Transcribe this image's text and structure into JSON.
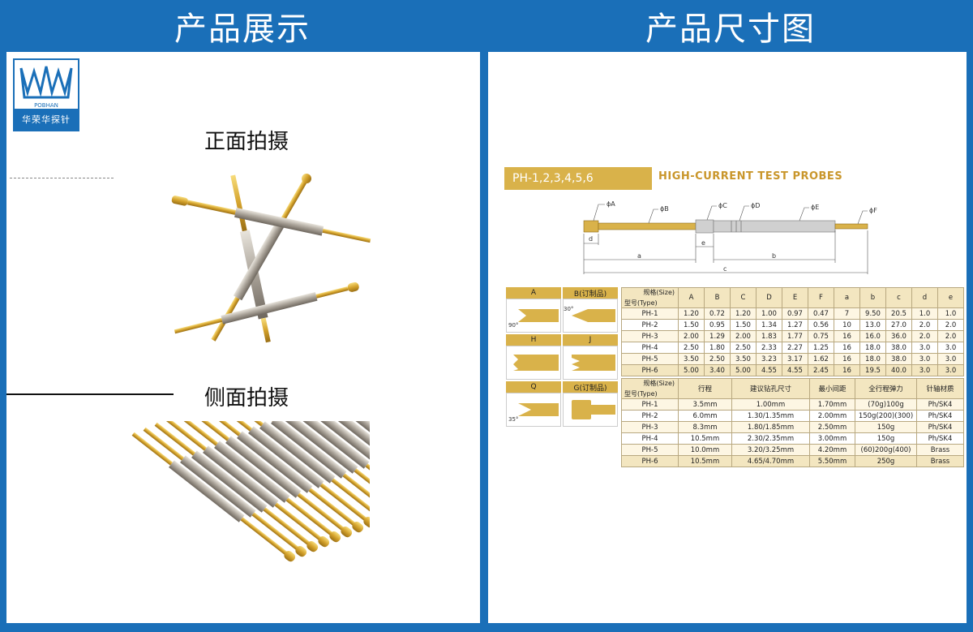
{
  "left_header": "产品展示",
  "right_header": "产品尺寸图",
  "logo": {
    "brand_latin": "POBHAN",
    "brand_cn": "华荣华探针"
  },
  "captions": {
    "front": "正面拍摄",
    "side": "侧面拍摄"
  },
  "spec": {
    "model_bar": "PH-1,2,3,4,5,6",
    "title_en": "HIGH-CURRENT TEST PROBES",
    "dim_labels": {
      "A": "ϕA",
      "B": "ϕB",
      "C": "ϕC",
      "D": "ϕD",
      "E": "ϕE",
      "F": "ϕF",
      "d": "d",
      "a": "a",
      "e": "e",
      "b": "b",
      "c": "c"
    },
    "tips": [
      {
        "label": "A",
        "angle": "90°"
      },
      {
        "label": "B(订制品)",
        "angle": "30°"
      },
      {
        "label": "H",
        "angle": ""
      },
      {
        "label": "J",
        "angle": ""
      },
      {
        "label": "Q",
        "angle": "35°"
      },
      {
        "label": "G(订制品)",
        "angle": ""
      }
    ],
    "corner_top": "规格(Size)",
    "corner_bottom": "型号(Type)",
    "dim_columns": [
      "A",
      "B",
      "C",
      "D",
      "E",
      "F",
      "a",
      "b",
      "c",
      "d",
      "e"
    ],
    "dim_rows": [
      {
        "type": "PH-1",
        "vals": [
          "1.20",
          "0.72",
          "1.20",
          "1.00",
          "0.97",
          "0.47",
          "7",
          "9.50",
          "20.5",
          "1.0",
          "1.0"
        ]
      },
      {
        "type": "PH-2",
        "vals": [
          "1.50",
          "0.95",
          "1.50",
          "1.34",
          "1.27",
          "0.56",
          "10",
          "13.0",
          "27.0",
          "2.0",
          "2.0"
        ]
      },
      {
        "type": "PH-3",
        "vals": [
          "2.00",
          "1.29",
          "2.00",
          "1.83",
          "1.77",
          "0.75",
          "16",
          "16.0",
          "36.0",
          "2.0",
          "2.0"
        ]
      },
      {
        "type": "PH-4",
        "vals": [
          "2.50",
          "1.80",
          "2.50",
          "2.33",
          "2.27",
          "1.25",
          "16",
          "18.0",
          "38.0",
          "3.0",
          "3.0"
        ]
      },
      {
        "type": "PH-5",
        "vals": [
          "3.50",
          "2.50",
          "3.50",
          "3.23",
          "3.17",
          "1.62",
          "16",
          "18.0",
          "38.0",
          "3.0",
          "3.0"
        ]
      },
      {
        "type": "PH-6",
        "vals": [
          "5.00",
          "3.40",
          "5.00",
          "4.55",
          "4.55",
          "2.45",
          "16",
          "19.5",
          "40.0",
          "3.0",
          "3.0"
        ]
      }
    ],
    "perf_columns": [
      "行程",
      "建议钻孔尺寸",
      "最小间距",
      "全行程弹力",
      "针轴材质"
    ],
    "perf_rows": [
      {
        "type": "PH-1",
        "vals": [
          "3.5mm",
          "1.00mm",
          "1.70mm",
          "(70g)100g",
          "Ph/SK4"
        ]
      },
      {
        "type": "PH-2",
        "vals": [
          "6.0mm",
          "1.30/1.35mm",
          "2.00mm",
          "150g(200)(300)",
          "Ph/SK4"
        ]
      },
      {
        "type": "PH-3",
        "vals": [
          "8.3mm",
          "1.80/1.85mm",
          "2.50mm",
          "150g",
          "Ph/SK4"
        ]
      },
      {
        "type": "PH-4",
        "vals": [
          "10.5mm",
          "2.30/2.35mm",
          "3.00mm",
          "150g",
          "Ph/SK4"
        ]
      },
      {
        "type": "PH-5",
        "vals": [
          "10.0mm",
          "3.20/3.25mm",
          "4.20mm",
          "(60)200g(400)",
          "Brass"
        ]
      },
      {
        "type": "PH-6",
        "vals": [
          "10.5mm",
          "4.65/4.70mm",
          "5.50mm",
          "250g",
          "Brass"
        ]
      }
    ]
  },
  "colors": {
    "brand_blue": "#1a6fb8",
    "gold": "#d9b24a",
    "silver": "#b9b9b9"
  }
}
